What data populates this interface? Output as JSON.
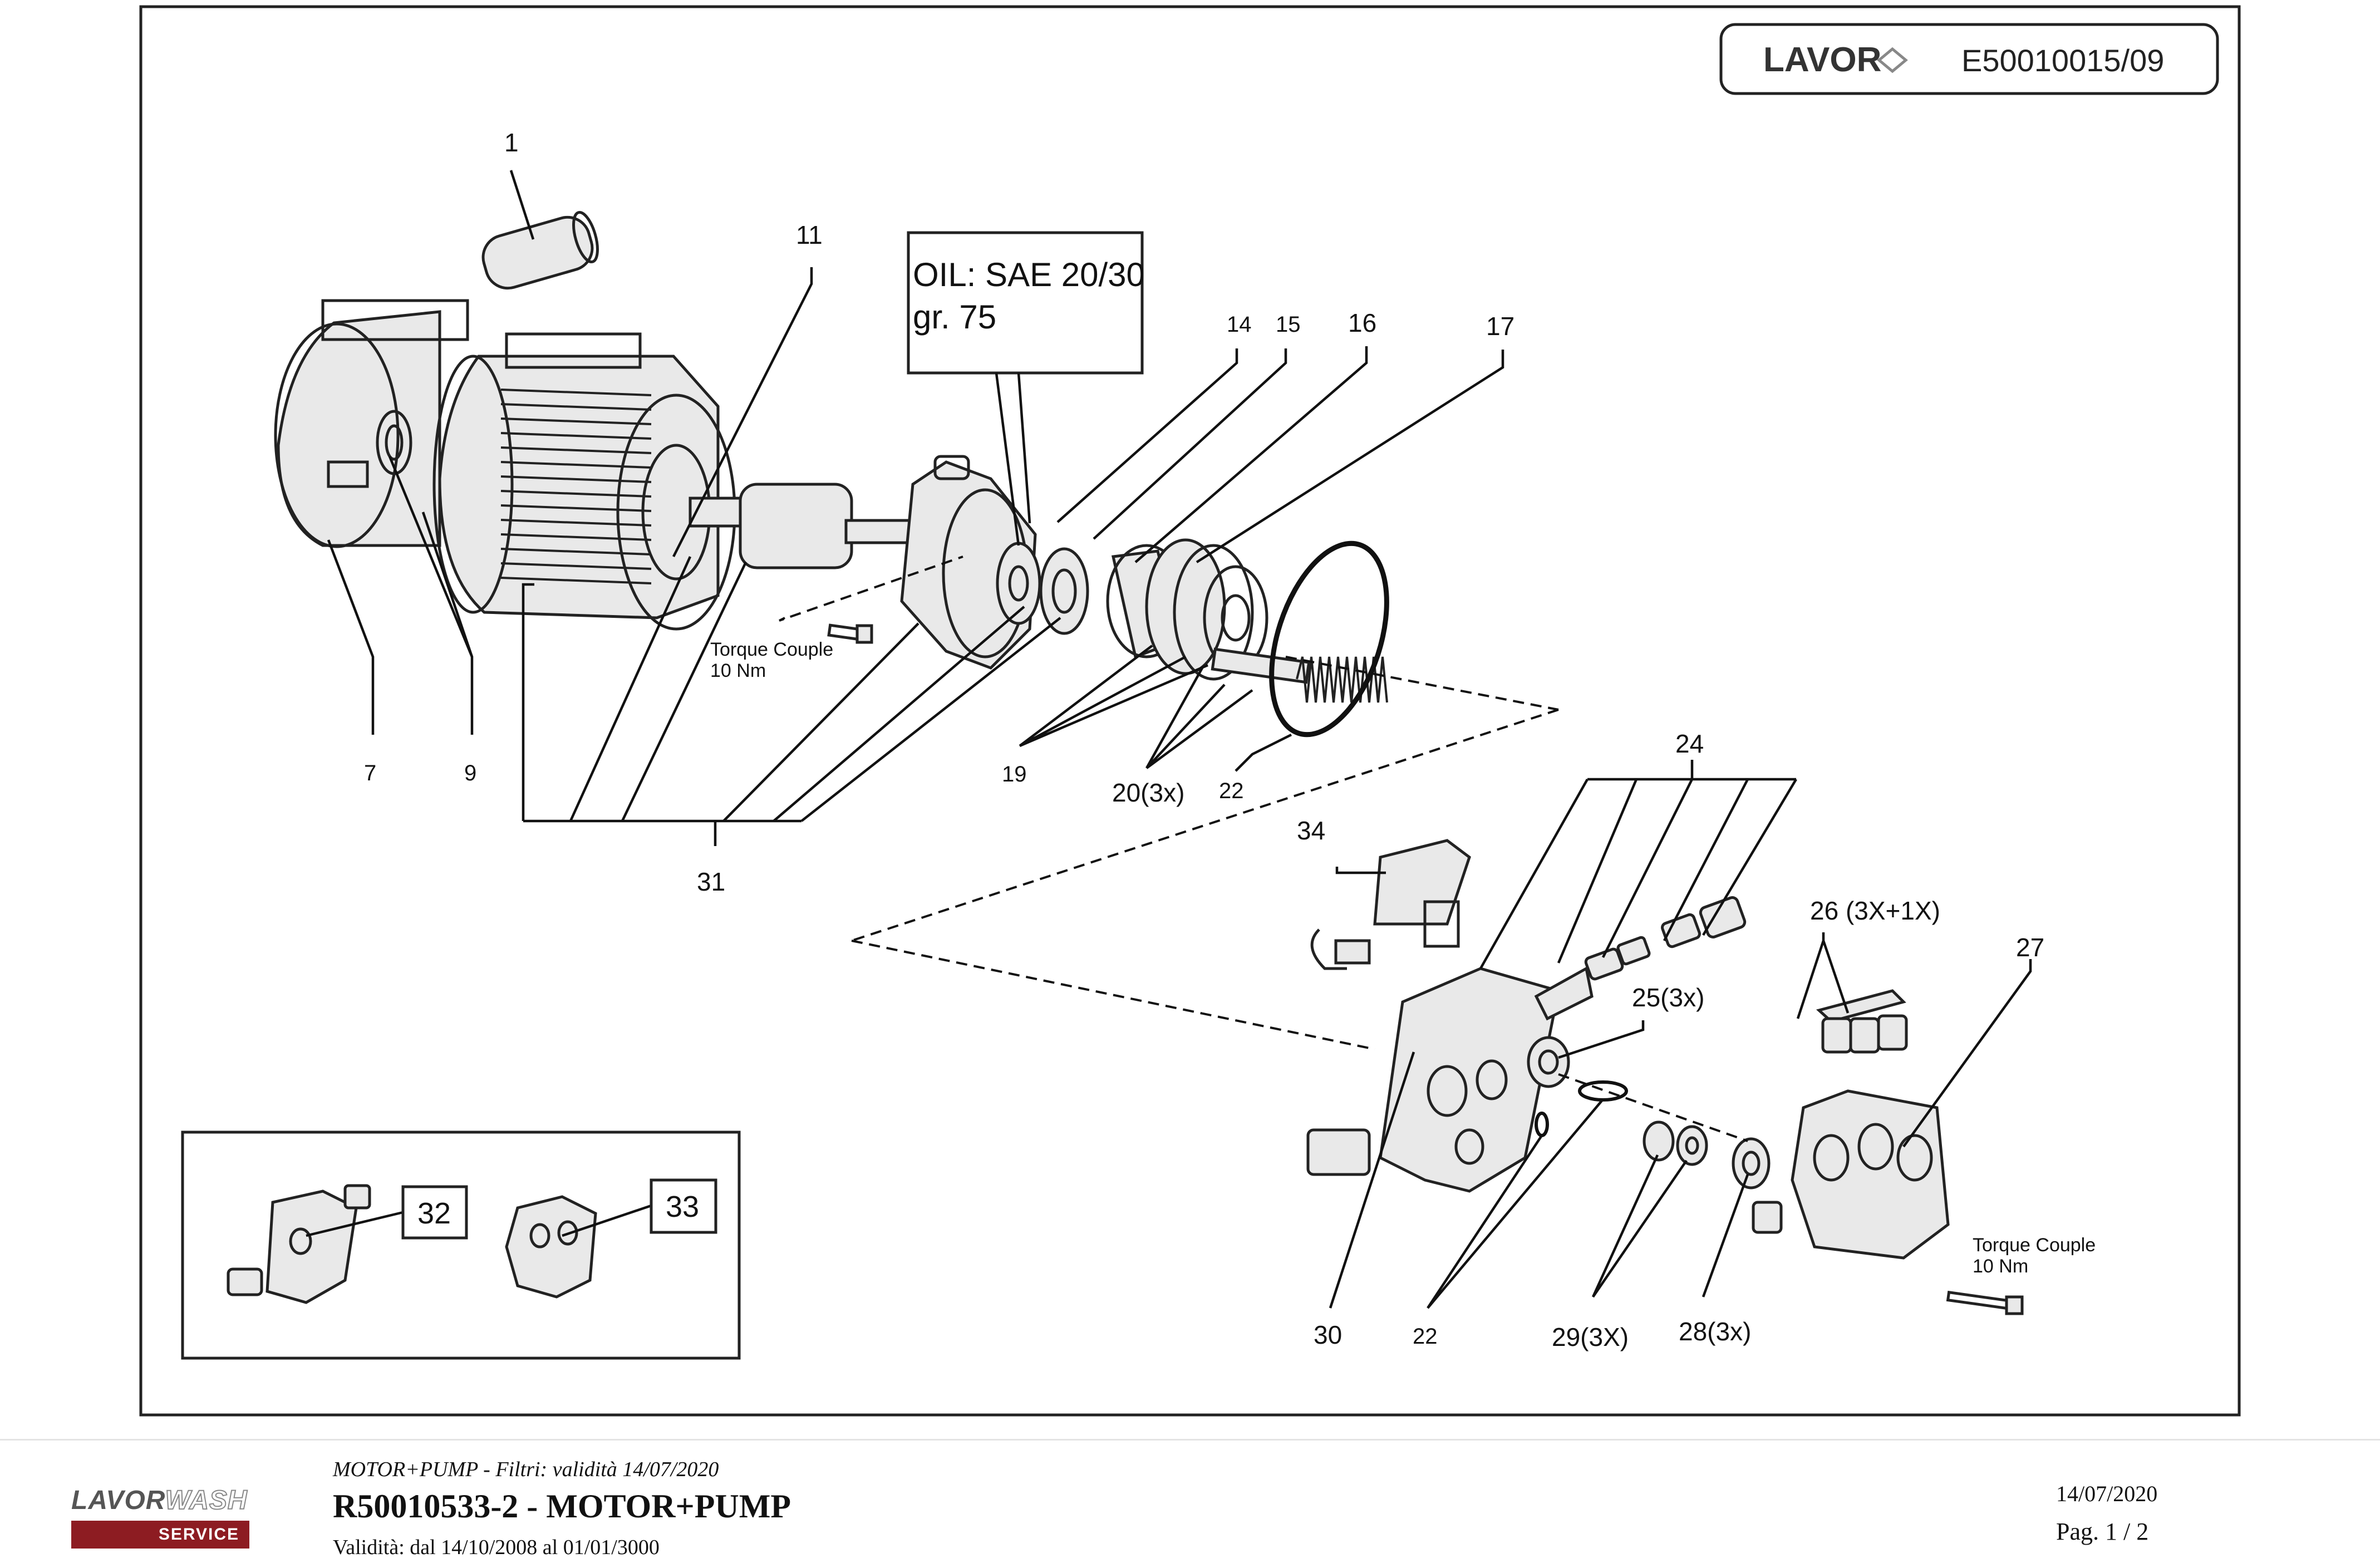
{
  "header": {
    "brand": "LAVOR",
    "drawing_code": "E50010015/09"
  },
  "oil_note": {
    "line1": "OIL: SAE 20/30",
    "line2": "gr.  75"
  },
  "torque_notes": [
    {
      "line1": "Torque Couple",
      "line2": "10 Nm"
    },
    {
      "line1": "Torque Couple",
      "line2": "10 Nm"
    }
  ],
  "callouts": {
    "c1": "1",
    "c7": "7",
    "c9": "9",
    "c11": "11",
    "c14": "14",
    "c15": "15",
    "c16": "16",
    "c17": "17",
    "c19": "19",
    "c20": "20(3x)",
    "c22a": "22",
    "c22b": "22",
    "c24": "24",
    "c25": "25(3x)",
    "c26": "26 (3X+1X)",
    "c27": "27",
    "c28": "28(3x)",
    "c29": "29(3X)",
    "c30": "30",
    "c31": "31",
    "c34": "34"
  },
  "inset_refs": {
    "ref32": "32",
    "ref33": "33"
  },
  "footer": {
    "logo_word1": "LAVOR",
    "logo_word2": "WASH",
    "logo_service": "SERVICE",
    "subtitle": "MOTOR+PUMP - Filtri: validità 14/07/2020",
    "title": "R50010533-2 - MOTOR+PUMP",
    "validity": "Validità: dal 14/10/2008 al 01/01/3000",
    "date": "14/07/2020",
    "page": "Pag. 1 / 2"
  }
}
